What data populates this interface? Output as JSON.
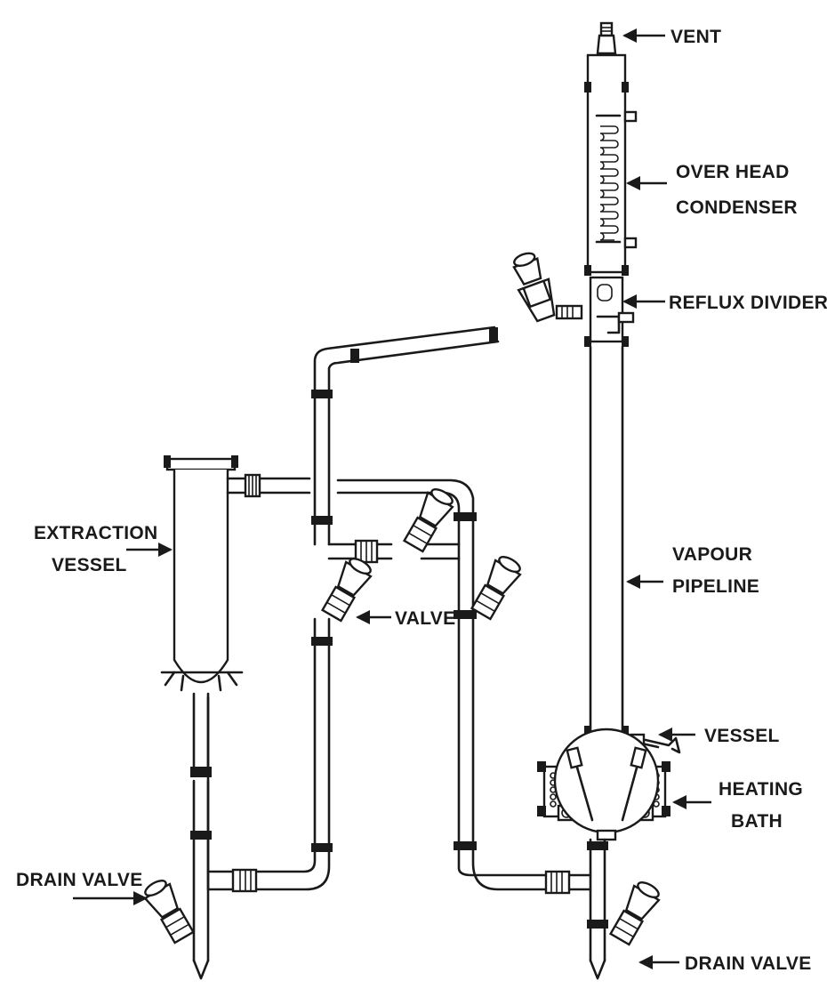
{
  "labels": {
    "vent": "VENT",
    "condenser_line1": "OVER HEAD",
    "condenser_line2": "CONDENSER",
    "reflux_divider": "REFLUX DIVIDER",
    "extraction_line1": "EXTRACTION",
    "extraction_line2": "VESSEL",
    "valve": "VALVE",
    "vapour_line1": "VAPOUR",
    "vapour_line2": "PIPELINE",
    "vessel": "VESSEL",
    "heating_line1": "HEATING",
    "heating_line2": "BATH",
    "drain_valve_left": "DRAIN VALVE",
    "drain_valve_right": "DRAIN VALVE"
  },
  "colors": {
    "ink": "#1a1a1a",
    "background": "#ffffff"
  }
}
